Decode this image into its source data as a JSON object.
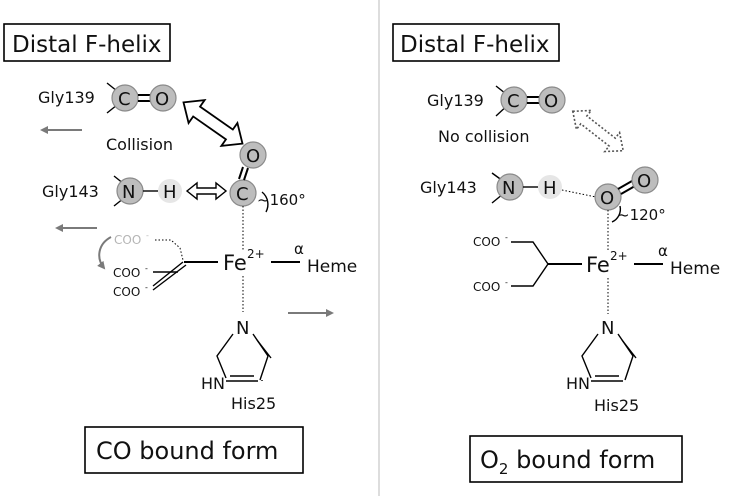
{
  "left": {
    "header": "Distal F-helix",
    "gly139": "Gly139",
    "gly143": "Gly143",
    "collision": "Collision",
    "angle": "~160°",
    "coo": "COO",
    "fe": "Fe",
    "fe_charge": "2+",
    "alpha": "α",
    "heme": "Heme",
    "his": "His25",
    "caption": "CO bound form",
    "atom_c": "C",
    "atom_o": "O",
    "atom_n": "N",
    "atom_h": "H",
    "hn": "HN"
  },
  "right": {
    "header": "Distal F-helix",
    "gly139": "Gly139",
    "gly143": "Gly143",
    "no_collision": "No collision",
    "angle": "~120°",
    "coo": "COO",
    "fe": "Fe",
    "fe_charge": "2+",
    "alpha": "α",
    "heme": "Heme",
    "his": "His25",
    "caption_pre": "O",
    "caption_sub": "2",
    "caption_post": " bound form",
    "atom_c": "C",
    "atom_o": "O",
    "atom_n": "N",
    "atom_h": "H",
    "hn": "HN"
  }
}
